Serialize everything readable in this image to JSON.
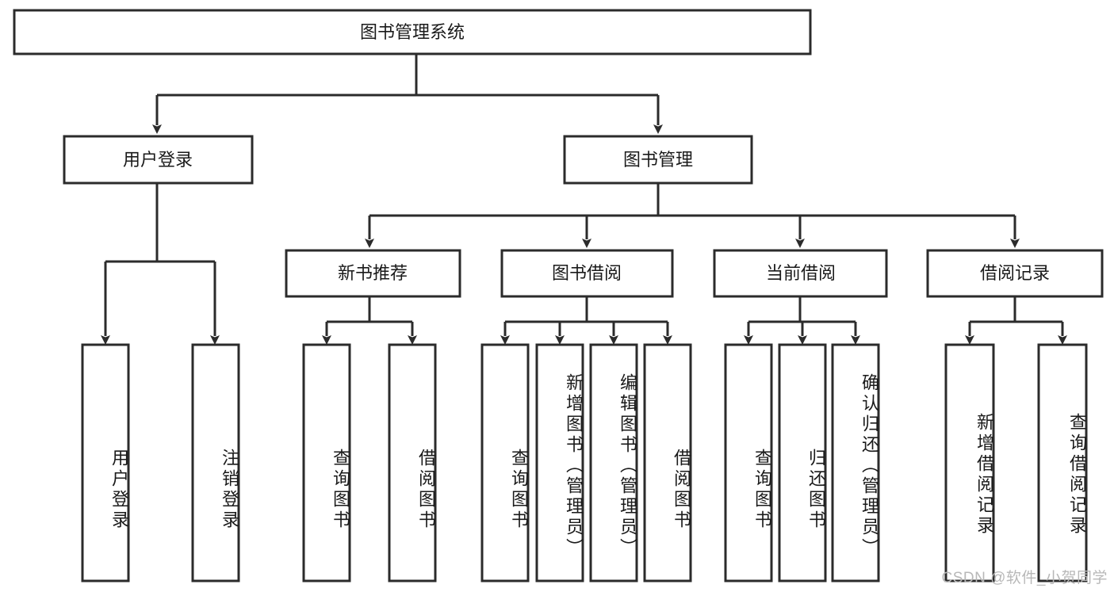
{
  "diagram": {
    "type": "tree-hierarchy-function-decomposition",
    "root": {
      "id": "root",
      "label": "图书管理系统"
    },
    "level2": [
      {
        "id": "user-login",
        "label": "用户登录"
      },
      {
        "id": "book-management",
        "label": "图书管理"
      }
    ],
    "level3": [
      {
        "id": "new-book-recommend",
        "label": "新书推荐",
        "parent": "book-management"
      },
      {
        "id": "book-borrow",
        "label": "图书借阅",
        "parent": "book-management"
      },
      {
        "id": "current-borrow",
        "label": "当前借阅",
        "parent": "book-management"
      },
      {
        "id": "borrow-record",
        "label": "借阅记录",
        "parent": "book-management"
      }
    ],
    "leaves": [
      {
        "id": "leaf-user-login",
        "label": "用户登录",
        "parent": "user-login"
      },
      {
        "id": "leaf-logout-login",
        "label": "注销登录",
        "parent": "user-login"
      },
      {
        "id": "leaf-query-book-1",
        "label": "查询图书",
        "parent": "new-book-recommend"
      },
      {
        "id": "leaf-borrow-book-1",
        "label": "借阅图书",
        "parent": "new-book-recommend"
      },
      {
        "id": "leaf-query-book-2",
        "label": "查询图书",
        "parent": "book-borrow"
      },
      {
        "id": "leaf-add-book",
        "label": "新增图书（管理员）",
        "parent": "book-borrow"
      },
      {
        "id": "leaf-edit-book",
        "label": "编辑图书（管理员）",
        "parent": "book-borrow"
      },
      {
        "id": "leaf-borrow-book-2",
        "label": "借阅图书",
        "parent": "book-borrow"
      },
      {
        "id": "leaf-query-book-3",
        "label": "查询图书",
        "parent": "current-borrow"
      },
      {
        "id": "leaf-return-book",
        "label": "归还图书",
        "parent": "current-borrow"
      },
      {
        "id": "leaf-confirm-return",
        "label": "确认归还（管理员）",
        "parent": "current-borrow"
      },
      {
        "id": "leaf-add-record",
        "label": "新增借阅记录",
        "parent": "borrow-record"
      },
      {
        "id": "leaf-query-record",
        "label": "查询借阅记录",
        "parent": "borrow-record"
      }
    ],
    "watermark": "CSDN @软件_小贺同学",
    "colors": {
      "stroke": "#2b2b2b",
      "fill": "#ffffff",
      "text": "#1a1a1a",
      "watermark": "#b8b8b8",
      "background": "#ffffff"
    }
  }
}
